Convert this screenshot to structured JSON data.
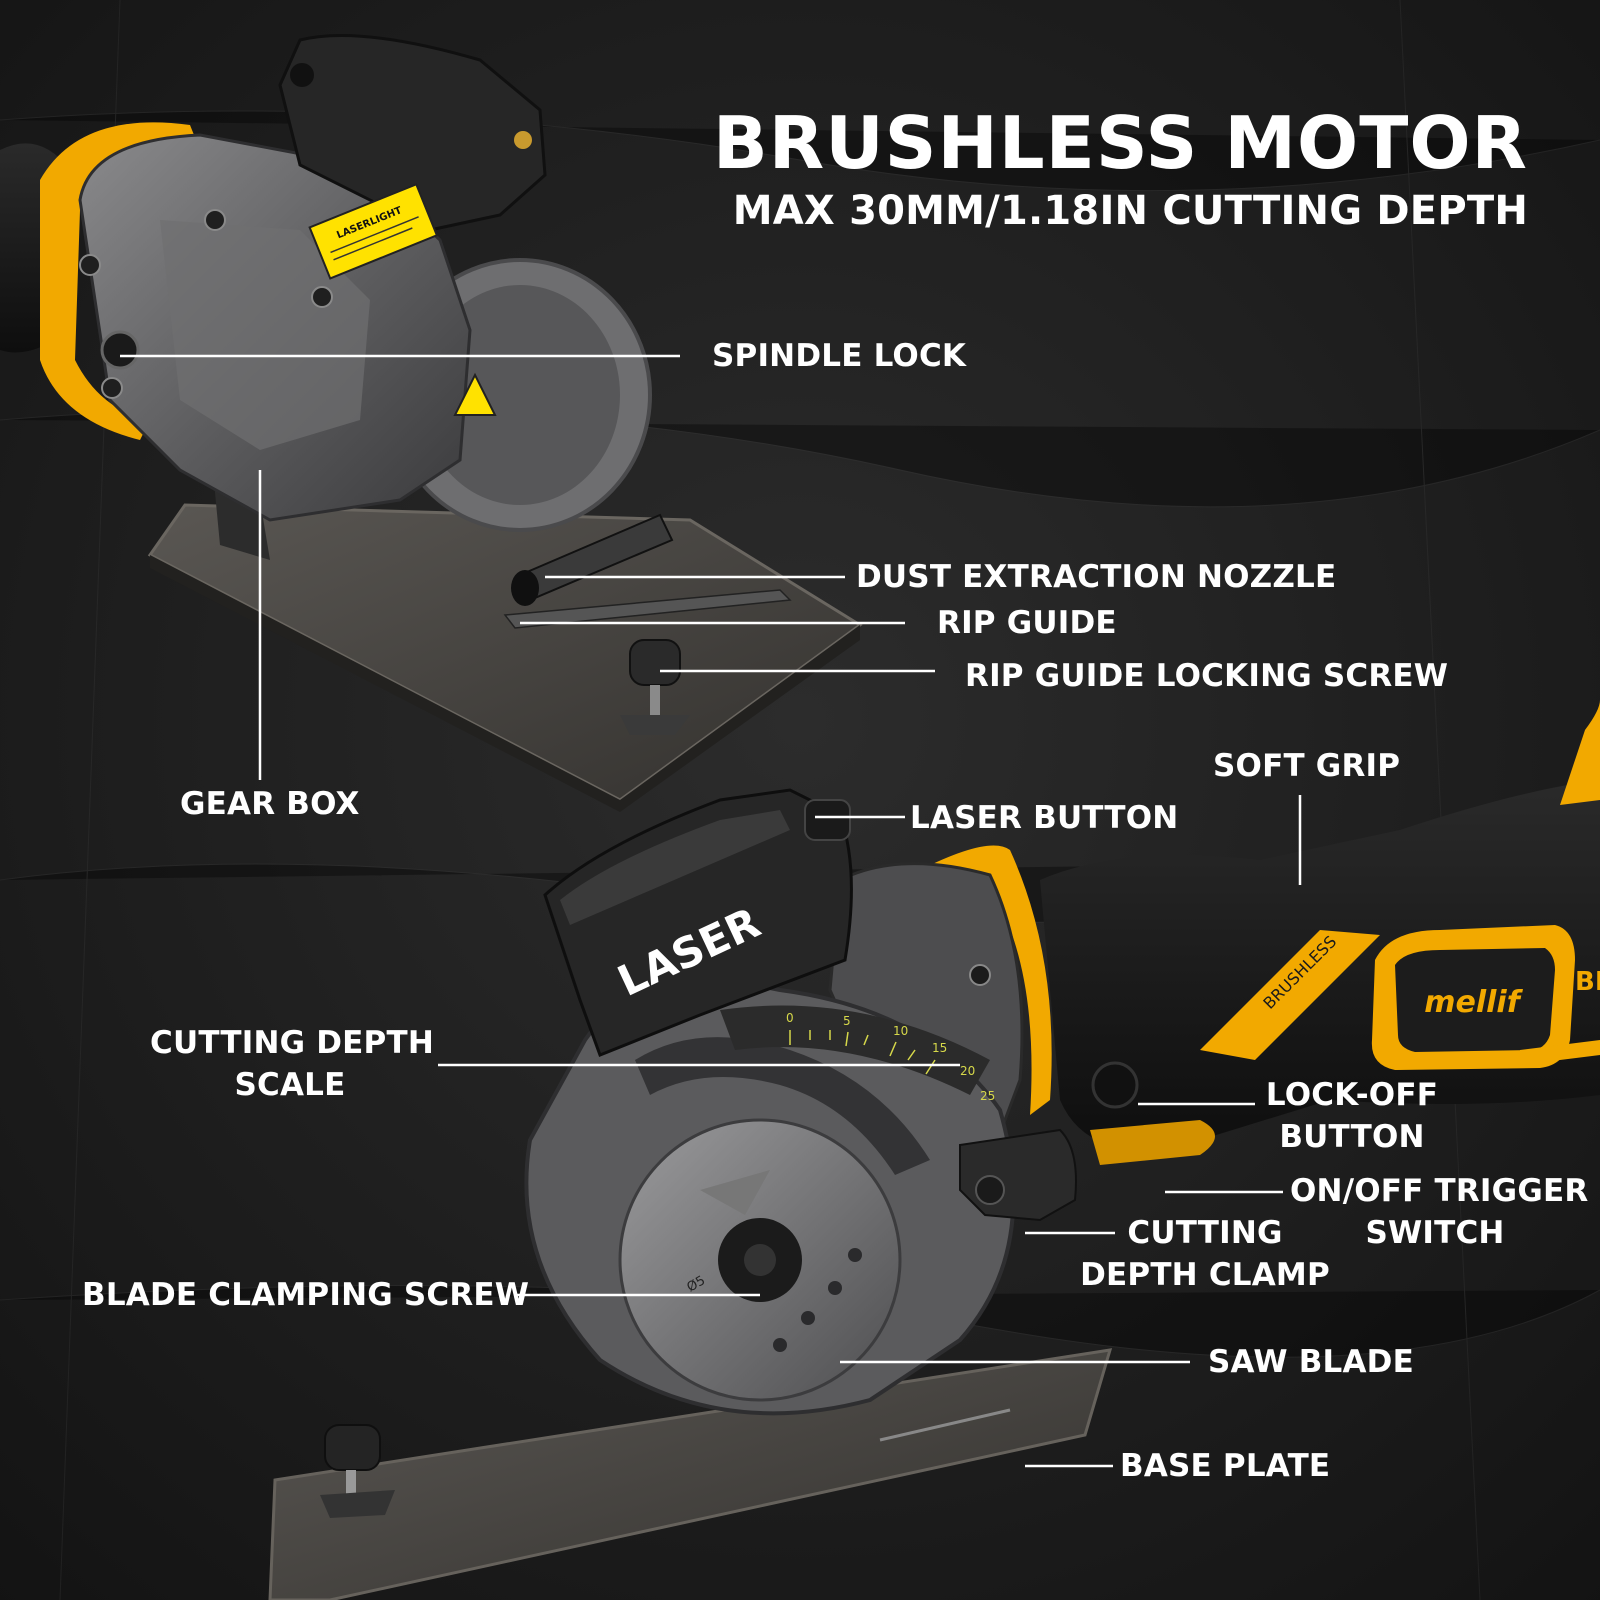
{
  "header": {
    "title": "BRUSHLESS MOTOR",
    "subtitle": "MAX 30MM/1.18IN CUTTING DEPTH"
  },
  "callouts": {
    "spindle_lock": "SPINDLE LOCK",
    "dust_extraction_nozzle": "DUST EXTRACTION NOZZLE",
    "rip_guide": "RIP GUIDE",
    "rip_guide_locking_screw": "RIP GUIDE LOCKING SCREW",
    "gear_box": "GEAR BOX",
    "soft_grip": "SOFT GRIP",
    "laser_button": "LASER BUTTON",
    "cutting_depth_scale_1": "CUTTING DEPTH",
    "cutting_depth_scale_2": "SCALE",
    "lock_off_button_1": "LOCK-OFF",
    "lock_off_button_2": "BUTTON",
    "on_off_trigger_1": "ON/OFF TRIGGER",
    "on_off_trigger_2": "SWITCH",
    "cutting_depth_clamp_1": "CUTTING",
    "cutting_depth_clamp_2": "DEPTH CLAMP",
    "blade_clamping_screw": "BLADE CLAMPING SCREW",
    "saw_blade": "SAW BLADE",
    "base_plate": "BASE PLATE"
  },
  "product_markings": {
    "laser_module": "LASER",
    "warning_label": "LASERLIGHT",
    "grip_text": "BRUSHLESS",
    "brand": "mellif",
    "grip_partial": "BL",
    "scale_ticks": [
      "0",
      "5",
      "10",
      "15",
      "20",
      "25"
    ],
    "blade_diameter": "Ø5"
  },
  "colors": {
    "background": "#1b1b1b",
    "accent_yellow": "#f2a900",
    "tool_gray": "#5b5b5d",
    "text": "#ffffff"
  }
}
